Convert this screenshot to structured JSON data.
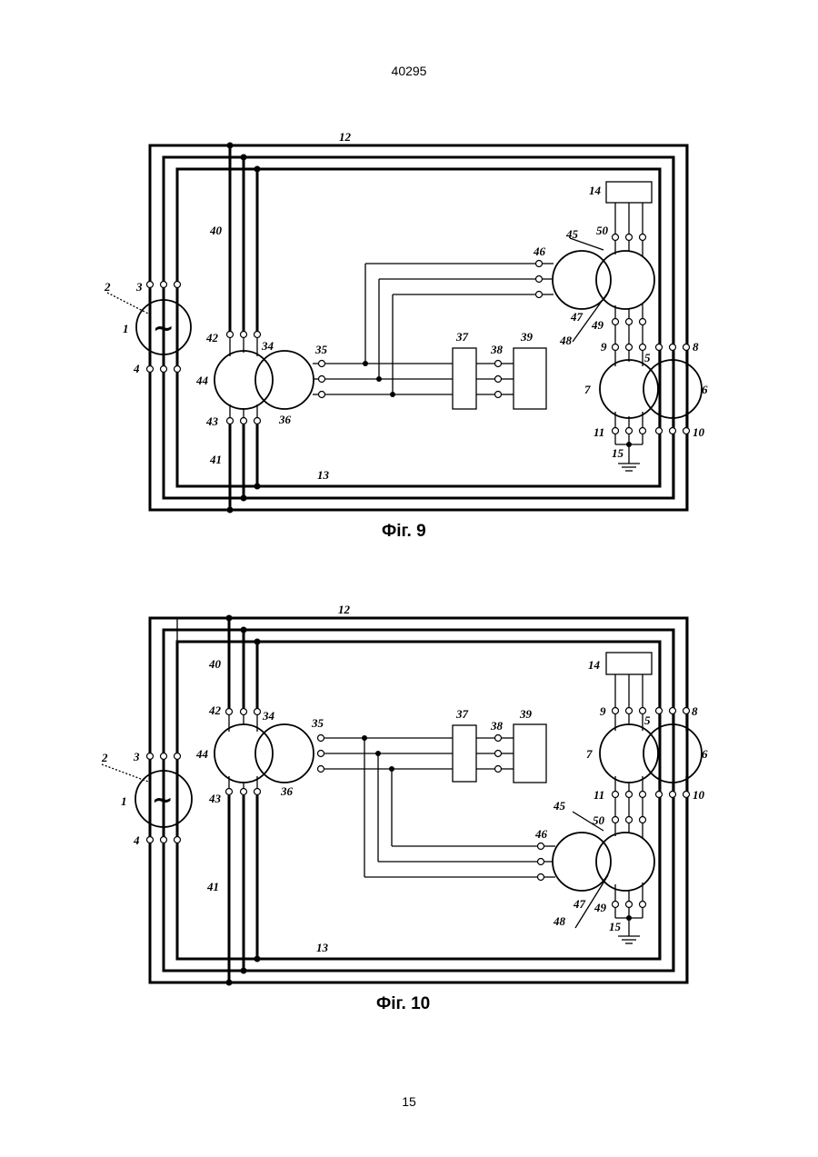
{
  "document": {
    "number": "40295",
    "page": "15"
  },
  "generator_symbol": "~",
  "figures": [
    {
      "caption": "Фіг. 9",
      "labels": {
        "n1": "1",
        "n2": "2",
        "n3": "3",
        "n4": "4",
        "n5": "5",
        "n6": "6",
        "n7": "7",
        "n8": "8",
        "n9": "9",
        "n10": "10",
        "n11": "11",
        "n12": "12",
        "n13": "13",
        "n14": "14",
        "n15": "15",
        "n34": "34",
        "n35": "35",
        "n36": "36",
        "n37": "37",
        "n38": "38",
        "n39": "39",
        "n40": "40",
        "n41": "41",
        "n42": "42",
        "n43": "43",
        "n44": "44",
        "n45": "45",
        "n46": "46",
        "n47": "47",
        "n48": "48",
        "n49": "49",
        "n50": "50"
      }
    },
    {
      "caption": "Фіг. 10",
      "labels": {
        "n1": "1",
        "n2": "2",
        "n3": "3",
        "n4": "4",
        "n5": "5",
        "n6": "6",
        "n7": "7",
        "n8": "8",
        "n9": "9",
        "n10": "10",
        "n11": "11",
        "n12": "12",
        "n13": "13",
        "n14": "14",
        "n15": "15",
        "n34": "34",
        "n35": "35",
        "n36": "36",
        "n37": "37",
        "n38": "38",
        "n39": "39",
        "n40": "40",
        "n41": "41",
        "n42": "42",
        "n43": "43",
        "n44": "44",
        "n45": "45",
        "n46": "46",
        "n47": "47",
        "n48": "48",
        "n49": "49",
        "n50": "50"
      }
    }
  ]
}
